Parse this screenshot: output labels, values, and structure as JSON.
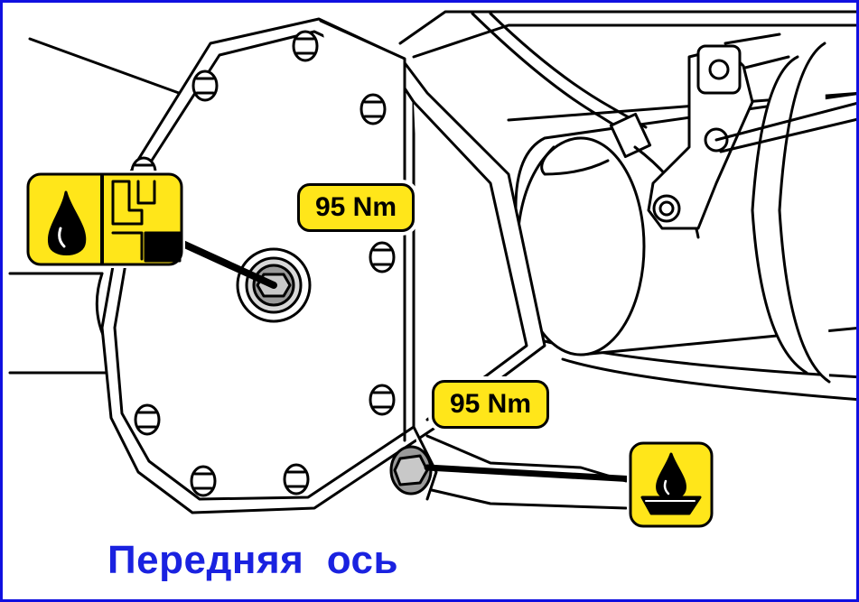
{
  "labels": {
    "torque_fill_plug": "95 Nm",
    "torque_drain_plug": "95 Nm",
    "caption": "Передняя  ось"
  },
  "icons": {
    "fill_plug": "oil-level-fill-icon",
    "drain_plug": "oil-drain-icon"
  },
  "colors": {
    "border": "#1010e0",
    "caption": "#1a22e0",
    "label_fill": "#ffe61a",
    "outline": "#000000"
  }
}
